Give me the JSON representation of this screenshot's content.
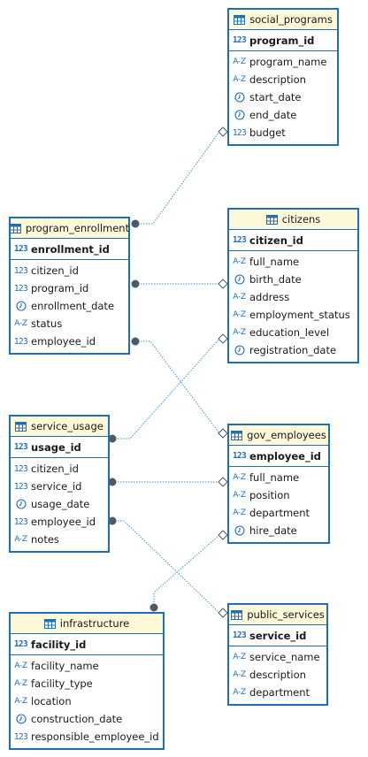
{
  "icons": {
    "number": "123",
    "string": "A-Z",
    "table": "table-icon",
    "date": "clock-icon"
  },
  "colors": {
    "border": "#1f6fb8",
    "header": "#fdf8d8",
    "link": "#4a90c8",
    "endpoint": "#4a5a66"
  },
  "entities": {
    "social_programs": {
      "title": "social_programs",
      "pk": "program_id",
      "columns": [
        {
          "name": "program_name",
          "type": "string"
        },
        {
          "name": "description",
          "type": "string"
        },
        {
          "name": "start_date",
          "type": "date"
        },
        {
          "name": "end_date",
          "type": "date"
        },
        {
          "name": "budget",
          "type": "number"
        }
      ]
    },
    "program_enrollment": {
      "title": "program_enrollment",
      "pk": "enrollment_id",
      "columns": [
        {
          "name": "citizen_id",
          "type": "number"
        },
        {
          "name": "program_id",
          "type": "number"
        },
        {
          "name": "enrollment_date",
          "type": "date"
        },
        {
          "name": "status",
          "type": "string"
        },
        {
          "name": "employee_id",
          "type": "number"
        }
      ]
    },
    "citizens": {
      "title": "citizens",
      "pk": "citizen_id",
      "columns": [
        {
          "name": "full_name",
          "type": "string"
        },
        {
          "name": "birth_date",
          "type": "date"
        },
        {
          "name": "address",
          "type": "string"
        },
        {
          "name": "employment_status",
          "type": "string"
        },
        {
          "name": "education_level",
          "type": "string"
        },
        {
          "name": "registration_date",
          "type": "date"
        }
      ]
    },
    "service_usage": {
      "title": "service_usage",
      "pk": "usage_id",
      "columns": [
        {
          "name": "citizen_id",
          "type": "number"
        },
        {
          "name": "service_id",
          "type": "number"
        },
        {
          "name": "usage_date",
          "type": "date"
        },
        {
          "name": "employee_id",
          "type": "number"
        },
        {
          "name": "notes",
          "type": "string"
        }
      ]
    },
    "gov_employees": {
      "title": "gov_employees",
      "pk": "employee_id",
      "columns": [
        {
          "name": "full_name",
          "type": "string"
        },
        {
          "name": "position",
          "type": "string"
        },
        {
          "name": "department",
          "type": "string"
        },
        {
          "name": "hire_date",
          "type": "date"
        }
      ]
    },
    "infrastructure": {
      "title": "infrastructure",
      "pk": "facility_id",
      "columns": [
        {
          "name": "facility_name",
          "type": "string"
        },
        {
          "name": "facility_type",
          "type": "string"
        },
        {
          "name": "location",
          "type": "string"
        },
        {
          "name": "construction_date",
          "type": "date"
        },
        {
          "name": "responsible_employee_id",
          "type": "number"
        }
      ]
    },
    "public_services": {
      "title": "public_services",
      "pk": "service_id",
      "columns": [
        {
          "name": "service_name",
          "type": "string"
        },
        {
          "name": "description",
          "type": "string"
        },
        {
          "name": "department",
          "type": "string"
        }
      ]
    }
  },
  "relationships": [
    {
      "from": "program_enrollment",
      "from_column": "program_id",
      "to": "social_programs",
      "to_column": "program_id"
    },
    {
      "from": "program_enrollment",
      "from_column": "citizen_id",
      "to": "citizens",
      "to_column": "citizen_id"
    },
    {
      "from": "program_enrollment",
      "from_column": "employee_id",
      "to": "gov_employees",
      "to_column": "employee_id"
    },
    {
      "from": "service_usage",
      "from_column": "citizen_id",
      "to": "citizens",
      "to_column": "citizen_id"
    },
    {
      "from": "service_usage",
      "from_column": "employee_id",
      "to": "gov_employees",
      "to_column": "employee_id"
    },
    {
      "from": "service_usage",
      "from_column": "service_id",
      "to": "public_services",
      "to_column": "service_id"
    },
    {
      "from": "infrastructure",
      "from_column": "responsible_employee_id",
      "to": "gov_employees",
      "to_column": "employee_id"
    }
  ]
}
